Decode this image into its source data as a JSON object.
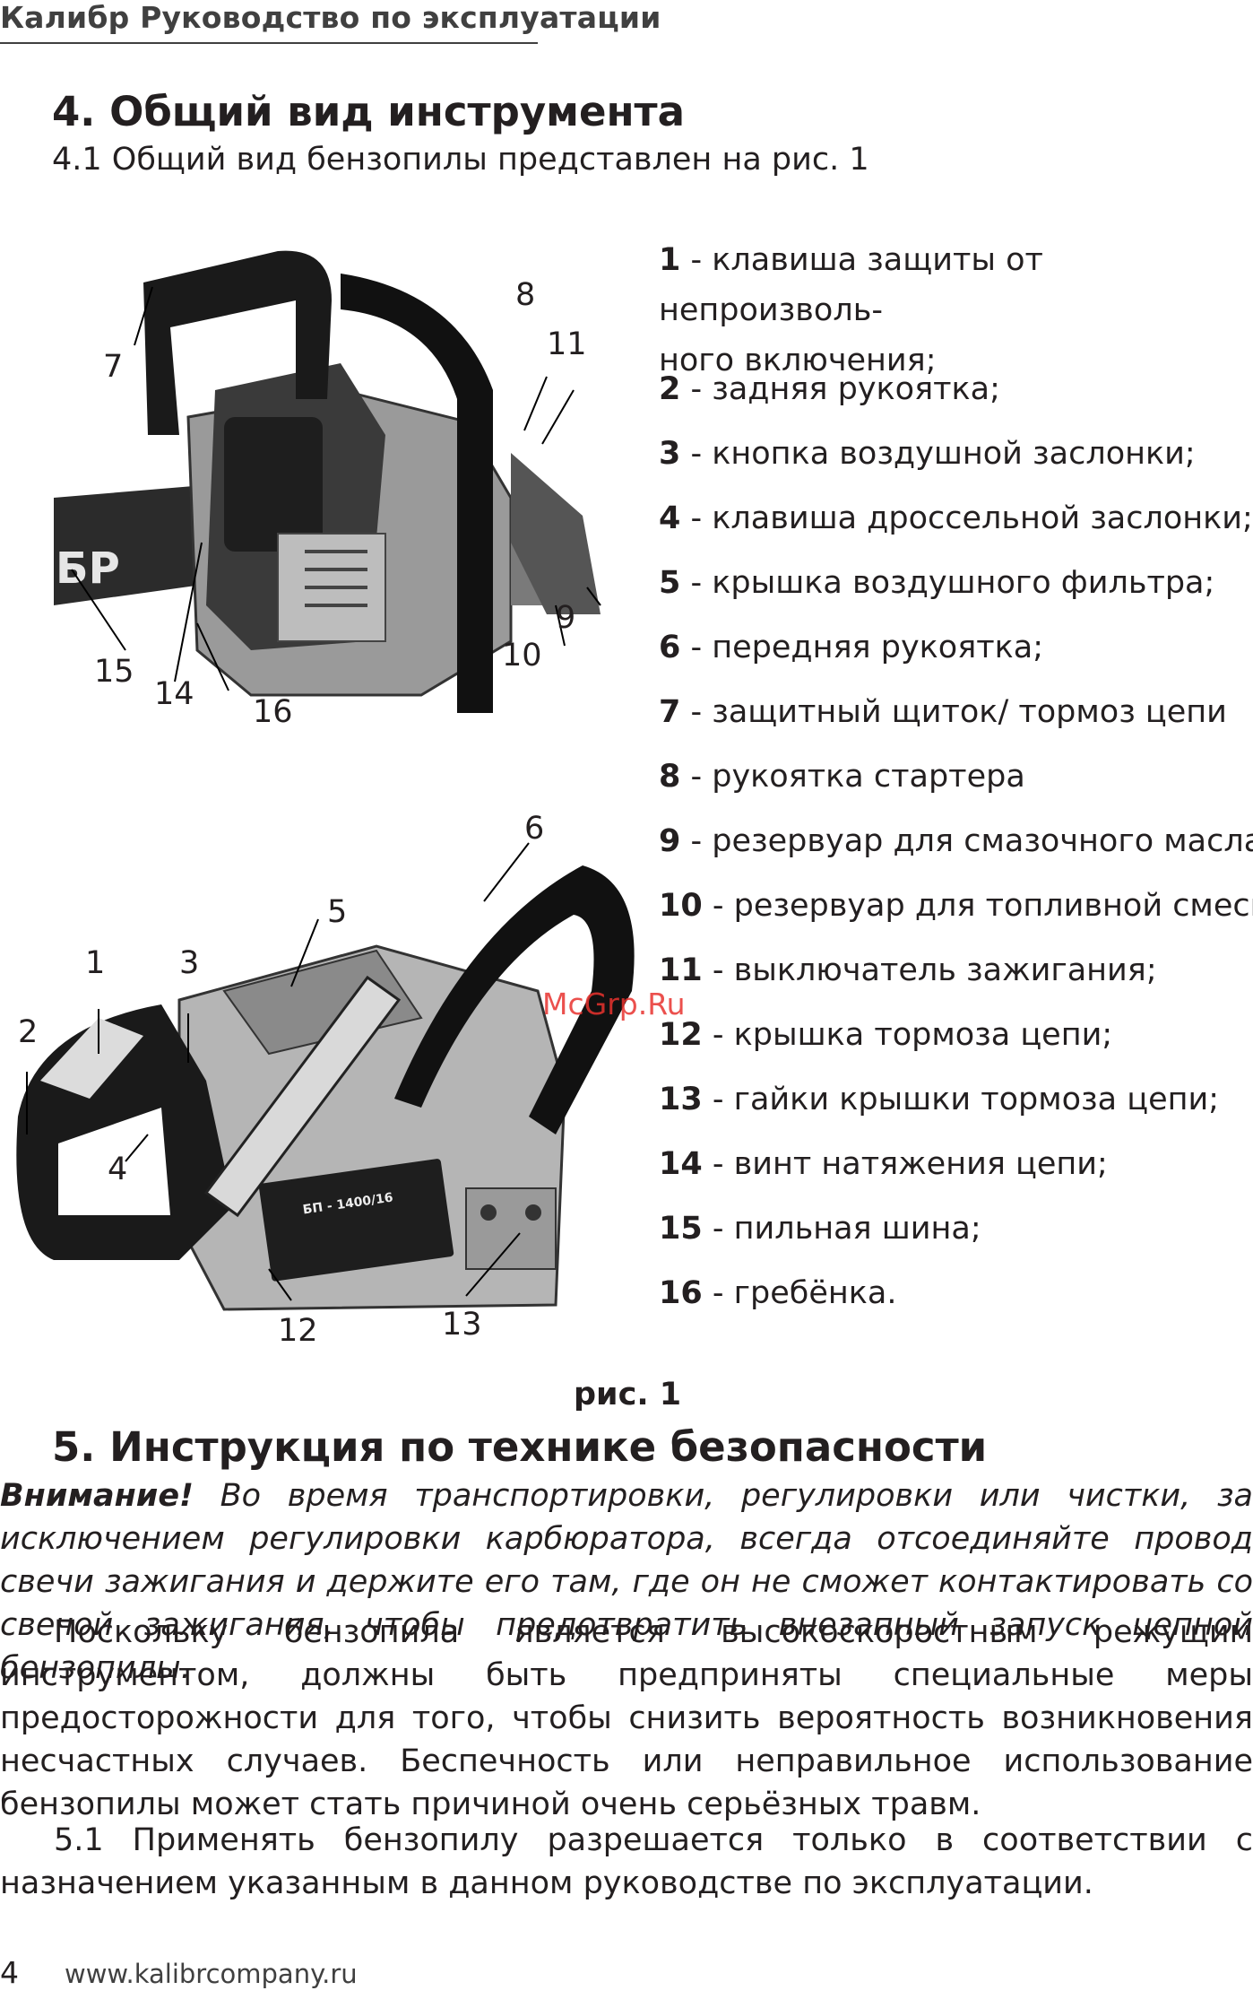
{
  "header": {
    "title": "Калибр Руководство по эксплуатации"
  },
  "section4": {
    "title": "4. Общий вид инструмента",
    "subtitle": "4.1 Общий вид бензопилы представлен на рис. 1"
  },
  "figure": {
    "caption": "рис. 1",
    "top_labels": [
      "7",
      "8",
      "11",
      "9",
      "10",
      "15",
      "14",
      "16"
    ],
    "bottom_labels": [
      "6",
      "5",
      "1",
      "3",
      "2",
      "4",
      "12",
      "13"
    ]
  },
  "legend": [
    {
      "num": "1",
      "text": " - клавиша защиты от непроизволь-ного включения;",
      "line1": "клавиша защиты от непроизволь-",
      "line1_prefix": " - ",
      "line2": "ного включения;"
    },
    {
      "num": "2",
      "text": " - задняя рукоятка;"
    },
    {
      "num": "3",
      "text": " - кнопка воздушной заслонки;"
    },
    {
      "num": "4",
      "text": " - клавиша дроссельной заслонки;"
    },
    {
      "num": "5",
      "text": " - крышка воздушного фильтра;"
    },
    {
      "num": "6",
      "text": " - передняя рукоятка;"
    },
    {
      "num": "7",
      "text": " - защитный щиток/ тормоз цепи"
    },
    {
      "num": "8",
      "text": " - рукоятка стартера"
    },
    {
      "num": "9",
      "text": " - резервуар для смазочного масла;"
    },
    {
      "num": "10",
      "text": " - резервуар для топливной смеси;"
    },
    {
      "num": "11",
      "text": " - выключатель зажигания;"
    },
    {
      "num": "12",
      "text": " - крышка тормоза цепи;"
    },
    {
      "num": "13",
      "text": " - гайки крышки тормоза цепи;"
    },
    {
      "num": "14",
      "text": " - винт натяжения цепи;"
    },
    {
      "num": "15",
      "text": " - пильная шина;"
    },
    {
      "num": "16",
      "text": " - гребёнка."
    }
  ],
  "watermark": "McGrp.Ru",
  "section5": {
    "title": "5. Инструкция по технике безопасности",
    "warning_label": "Внимание!",
    "warning_text": " Во время транспортировки, регулировки или чистки, за исключением регулировки карбюратора, всегда отсоединяйте провод свечи зажигания и держите его там, где он не сможет контактировать со свечой зажигания, чтобы предотвратить внезапный запуск цепной бензопилы.",
    "paragraph1": "Поскольку бензопила является высокоскоростным режущим инструментом, должны быть предприняты специальные меры предосторожности для того, чтобы снизить вероятность возникновения несчастных случаев. Беспечность или неправильное использование бензопилы может стать причиной очень серьёзных травм.",
    "paragraph2": "5.1 Применять бензопилу разрешается только в соответствии с назначением указанным в данном руководстве по эксплуатации."
  },
  "bottom_plate": {
    "model": "БП - 1400/16"
  },
  "footer": {
    "page_number": "4",
    "website": "www.kalibrcompany.ru"
  }
}
